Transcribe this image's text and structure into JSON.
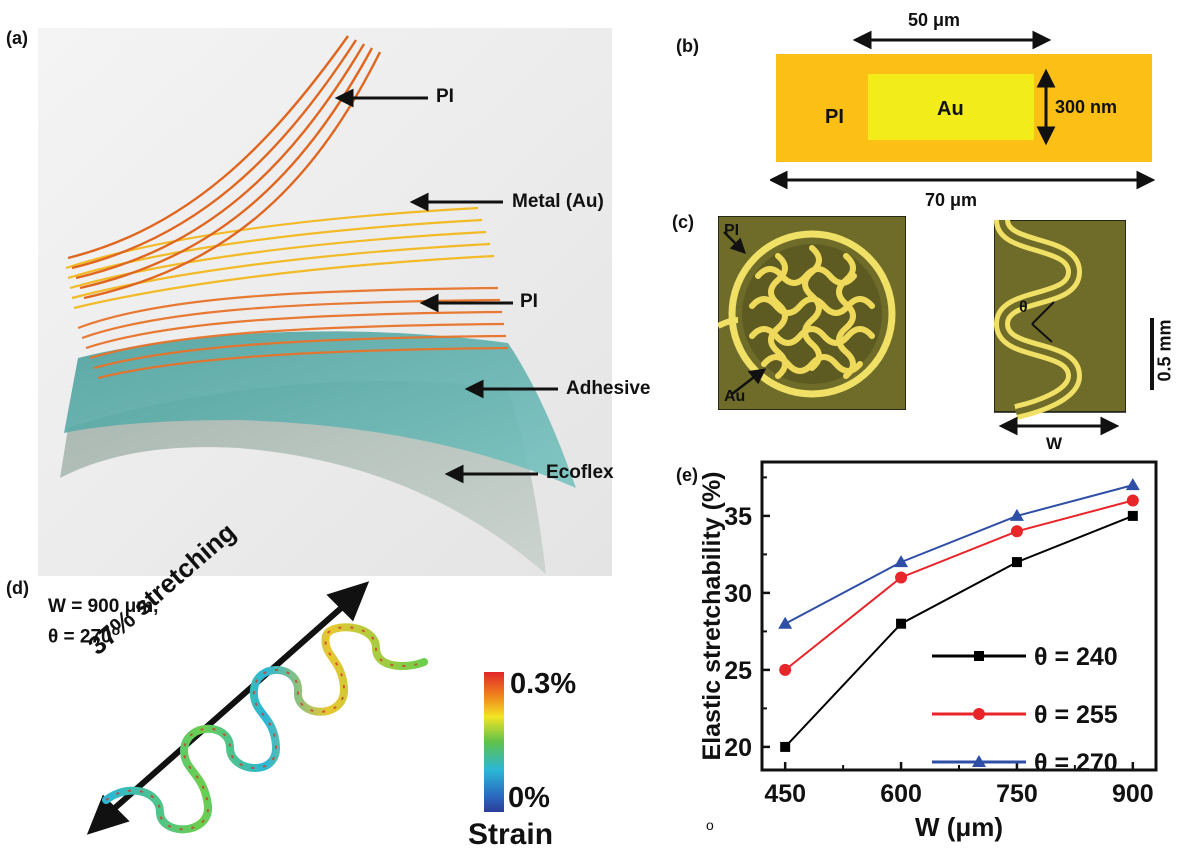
{
  "panels": {
    "a": {
      "label": "(a)",
      "layers": [
        "PI",
        "Metal (Au)",
        "PI",
        "Adhesive",
        "Ecoflex"
      ]
    },
    "b": {
      "label": "(b)",
      "width_top": "50 μm",
      "width_bottom": "70 μm",
      "thickness": "300 nm",
      "outer_material": "PI",
      "inner_material": "Au",
      "colors": {
        "pi": "#fbbf16",
        "au": "#f3ec1b"
      }
    },
    "c": {
      "label": "(c)",
      "left_labels": [
        "PI",
        "Au"
      ],
      "right_angle": "θ",
      "right_width": "W",
      "scale_bar": "0.5 mm"
    },
    "d": {
      "label": "(d)",
      "params_line1": "W = 900 μm,",
      "params_line2": "θ = 270",
      "degree": "o",
      "stretch": "37% stretching",
      "colorbar_max": "0.3%",
      "colorbar_min": "0%",
      "colorbar_title": "Strain"
    },
    "e": {
      "label": "(e)"
    }
  },
  "chart_data": {
    "type": "line",
    "xlabel": "W (μm)",
    "ylabel": "Elastic stretchability (%)",
    "x": [
      450,
      600,
      750,
      900
    ],
    "xticks": [
      "450",
      "600",
      "750",
      "900"
    ],
    "yticks": [
      "20",
      "25",
      "30",
      "35"
    ],
    "xlim": [
      420,
      930
    ],
    "ylim": [
      18.5,
      38.5
    ],
    "series": [
      {
        "name": "θ = 240",
        "values": [
          20,
          28,
          32,
          35
        ],
        "color": "#000000",
        "marker": "square"
      },
      {
        "name": "θ = 255",
        "values": [
          25,
          31,
          34,
          36
        ],
        "color": "#e8262a",
        "marker": "circle"
      },
      {
        "name": "θ = 270",
        "values": [
          28,
          32,
          35,
          37
        ],
        "color": "#2f4fa6",
        "marker": "triangle"
      }
    ],
    "stray_mark": "o"
  }
}
